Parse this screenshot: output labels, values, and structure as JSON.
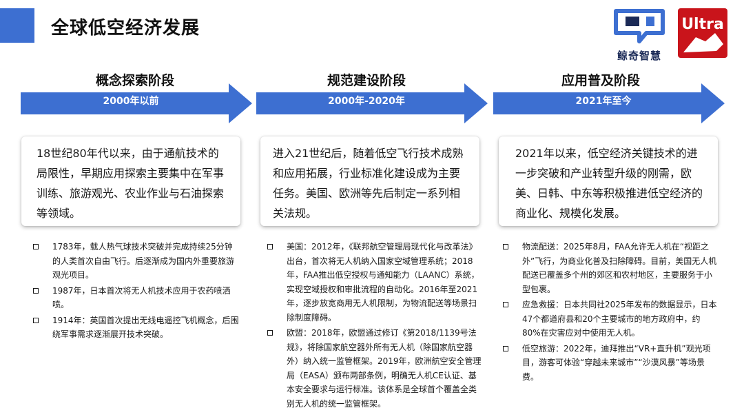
{
  "page_title": "全球低空经济发展",
  "brand": {
    "name": "鲸奇智慧",
    "ultra": "Ultra",
    "accent": "#3d6fd1",
    "arrow_color": "#3d6fd1",
    "ultra_red": "#c9141b"
  },
  "stages": [
    {
      "title": "概念探索阶段",
      "period": "2000年以前",
      "summary": "18世纪80年代以来，由于通航技术的局限性，早期应用探索主要集中在军事训练、旅游观光、农业作业与石油探索等领域。",
      "bullets": [
        "1783年，载人热气球技术突破并完成持续25分钟的人类首次自由飞行。后逐渐成为国内外重要旅游观光项目。",
        "1987年，日本首次将无人机技术应用于农药喷洒喷。",
        "1914年：英国首次提出无线电遥控飞机概念，后围绕军事需求逐渐展开技术突破。"
      ]
    },
    {
      "title": "规范建设阶段",
      "period": "2000年-2020年",
      "summary": "进入21世纪后，随着低空飞行技术成熟和应用拓展，行业标准化建设成为主要任务。美国、欧洲等先后制定一系列相关法规。",
      "bullets": [
        "美国：2012年，《联邦航空管理局现代化与改革法》出台，首次将无人机纳入国家空域管理系统；2018年，FAA推出低空授权与通知能力（LAANC）系统，实现空域授权和审批流程的自动化。2016年至2021年，逐步放宽商用无人机限制，为物流配送等场景扫除制度障碍。",
        "欧盟：2018年，欧盟通过修订《第2018/1139号法规》，将除国家航空器外所有无人机（除国家航空器外）纳入统一监管框架。2019年，欧洲航空安全管理局（EASA）颁布两部条例，明确无人机CE认证、基本安全要求与运行标准。该体系是全球首个覆盖全类别无人机的统一监管框架。"
      ]
    },
    {
      "title": "应用普及阶段",
      "period": "2021年至今",
      "summary": "2021年以来，低空经济关键技术的进一步突破和产业转型升级的刚需，欧美、日韩、中东等积极推进低空经济的商业化、规模化发展。",
      "bullets": [
        "物流配送：2025年8月，FAA允许无人机在“视距之外”飞行，为商业化普及扫除障碍。目前，美国无人机配送已覆盖多个州的郊区和农村地区，主要服务于小型包裹。",
        "应急救援：日本共同社2025年发布的数据显示，日本47个都道府县和20个主要城市的地方政府中，约80%在灾害应对中使用无人机。",
        "低空旅游：2022年，迪拜推出“VR+直升机”观光项目，游客可体验“穿越未来城市”“沙漠风暴”等场景费。"
      ]
    }
  ]
}
